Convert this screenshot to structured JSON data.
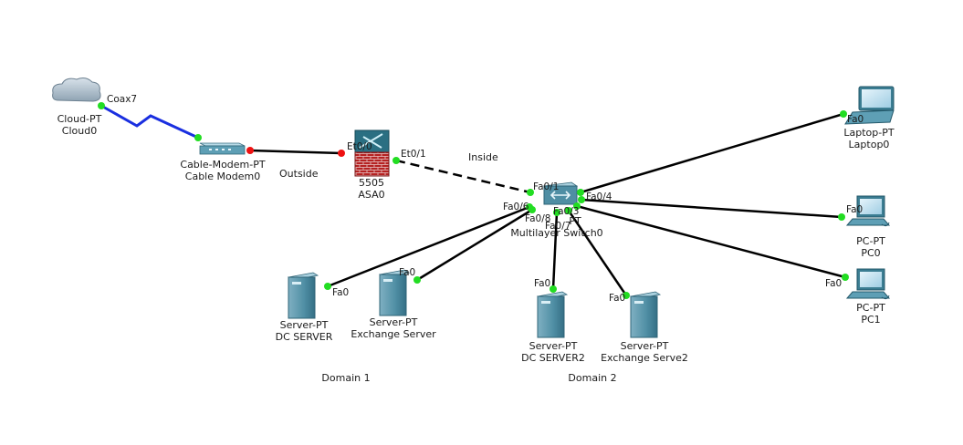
{
  "colors": {
    "link": "#000000",
    "coax": "#1a2fe0",
    "port_up": "#22dd22",
    "port_down": "#ee1111"
  },
  "devices": {
    "cloud": {
      "type": "Cloud-PT",
      "name": "Cloud0",
      "icon": "cloud-icon"
    },
    "modem": {
      "type": "Cable-Modem-PT",
      "name": "Cable Modem0",
      "icon": "cable-modem-icon"
    },
    "asa": {
      "type": "5505",
      "name": "ASA0",
      "icon": "firewall-icon"
    },
    "switch": {
      "type": "PT",
      "name": "Multilayer Switch0",
      "icon": "multilayer-switch-icon"
    },
    "laptop": {
      "type": "Laptop-PT",
      "name": "Laptop0",
      "icon": "laptop-icon"
    },
    "pc0": {
      "type": "PC-PT",
      "name": "PC0",
      "icon": "pc-icon"
    },
    "pc1": {
      "type": "PC-PT",
      "name": "PC1",
      "icon": "pc-icon"
    },
    "dc1": {
      "type": "Server-PT",
      "name": "DC SERVER",
      "icon": "server-icon"
    },
    "ex1": {
      "type": "Server-PT",
      "name": "Exchange Server",
      "icon": "server-icon"
    },
    "dc2": {
      "type": "Server-PT",
      "name": "DC SERVER2",
      "icon": "server-icon"
    },
    "ex2": {
      "type": "Server-PT",
      "name": "Exchange Serve2",
      "icon": "server-icon"
    }
  },
  "ports": {
    "coax": "Coax7",
    "asa_et0_0": "Et0/0",
    "asa_et0_1": "Et0/1",
    "sw_fa0_1": "Fa0/1",
    "sw_fa0_3": "Fa0/3",
    "sw_fa0_4": "Fa0/4",
    "sw_fa0_6": "Fa0/6",
    "sw_fa0_7": "Fa0/7",
    "sw_fa0_8": "Fa0/8",
    "laptop_fa0": "Fa0",
    "pc0_fa0": "Fa0",
    "pc1_fa0": "Fa0",
    "dc1_fa0": "Fa0",
    "ex1_fa0": "Fa0",
    "dc2_fa0": "Fa0",
    "ex2_fa0": "Fa0"
  },
  "notes": {
    "outside": "Outside",
    "inside": "Inside",
    "domain1": "Domain 1",
    "domain2": "Domain 2"
  }
}
